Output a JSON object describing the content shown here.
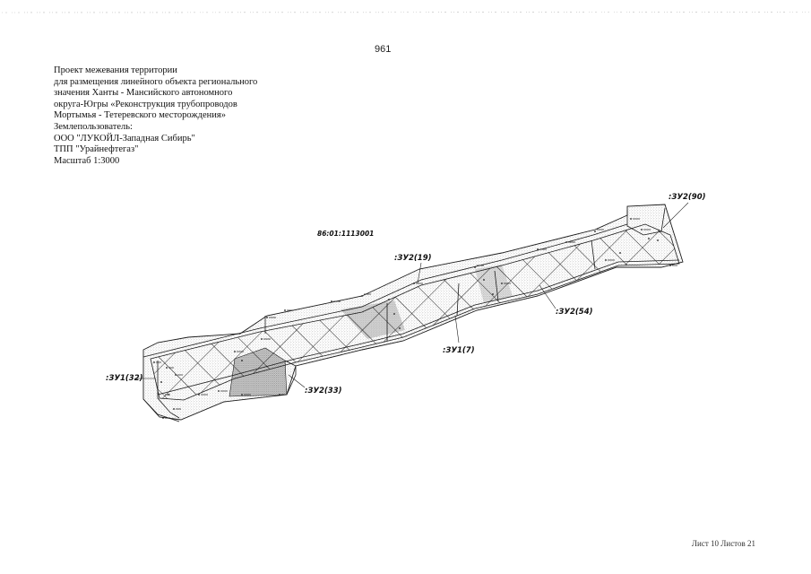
{
  "page_number": "961",
  "title_lines": [
    "Проект межевания территории",
    "для размещения линейного объекта регионального",
    "значения Ханты - Мансийского автономного",
    "округа-Югры «Реконструкция трубопроводов",
    "Мортымья - Тетеревского месторождения»",
    "Землепользователь:",
    "ООО \"ЛУКОЙЛ-Западная Сибирь\"",
    "ТПП \"Урайнефтегаз\"",
    "Масштаб 1:3000"
  ],
  "sheet_info": "Лист 10 Листов 21",
  "map": {
    "cadastral_quarter": "86:01:1113001",
    "plot_labels": [
      ":ЗУ2(90)",
      ":ЗУ2(19)",
      ":ЗУ2(54)",
      ":ЗУ1(7)",
      ":ЗУ1(32)",
      ":ЗУ2(33)"
    ],
    "colors": {
      "line": "#1a1a1a",
      "stipple": "#b8b8b8",
      "stipple_dark": "#8e8e8e"
    }
  }
}
